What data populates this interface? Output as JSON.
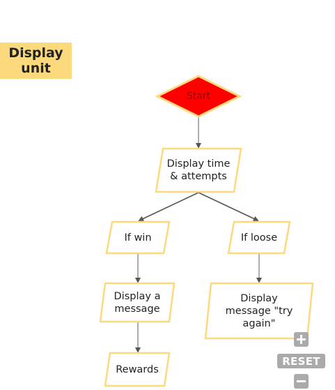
{
  "unit_label": "Display unit",
  "nodes": {
    "start": "Start",
    "display_time": "Display time\n& attempts",
    "if_win": "If win",
    "if_loose": "If loose",
    "display_message": "Display a\nmessage",
    "display_try_again": "Display\nmessage \"try\nagain\"",
    "rewards": "Rewards"
  },
  "controls": {
    "reset_label": "RESET",
    "zoom_in_icon": "plus-icon",
    "zoom_out_icon": "minus-icon"
  },
  "colors": {
    "start_fill": "#ff0000",
    "node_border": "#fcd97d",
    "unit_label_bg": "#fcd97d",
    "control_bg": "#aaaaaa"
  }
}
